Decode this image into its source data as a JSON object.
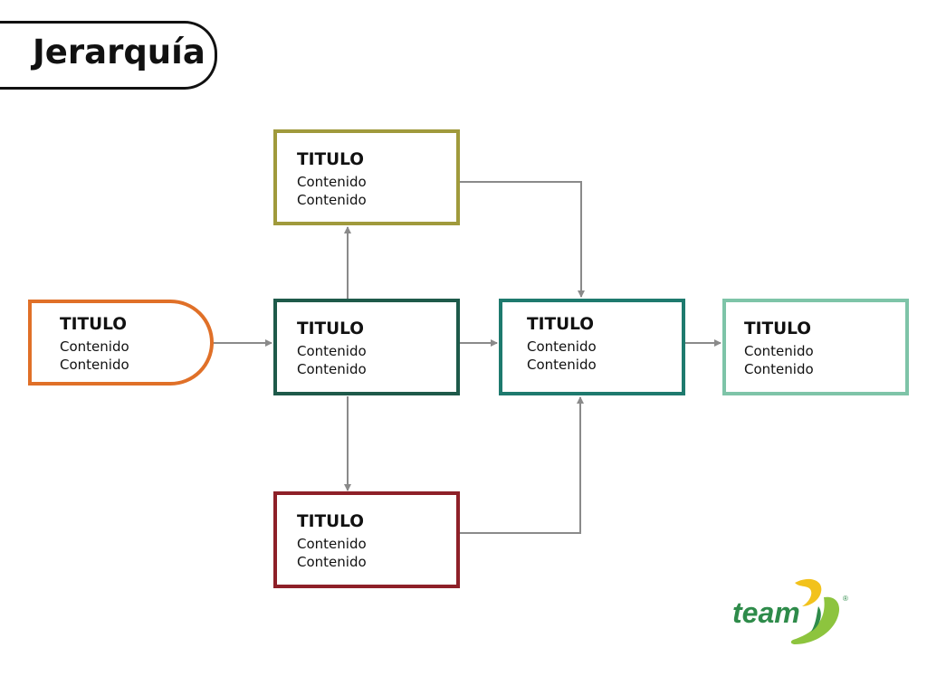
{
  "slide_title": "Jerarquía",
  "colors": {
    "orange": "#E07028",
    "olive": "#A09A3C",
    "dark_green": "#1E5A4A",
    "teal": "#1E7A6E",
    "mint": "#7EC4A8",
    "dark_red": "#8E2028",
    "connector": "#8A8A8A",
    "logo_green": "#2E8B4A",
    "logo_yellow": "#F2C21C",
    "logo_lime": "#8DC43E"
  },
  "nodes": {
    "start": {
      "title": "TITULO",
      "line1": "Contenido",
      "line2": "Contenido"
    },
    "top": {
      "title": "TITULO",
      "line1": "Contenido",
      "line2": "Contenido"
    },
    "center": {
      "title": "TITULO",
      "line1": "Contenido",
      "line2": "Contenido"
    },
    "bottom": {
      "title": "TITULO",
      "line1": "Contenido",
      "line2": "Contenido"
    },
    "merge": {
      "title": "TITULO",
      "line1": "Contenido",
      "line2": "Contenido"
    },
    "end": {
      "title": "TITULO",
      "line1": "Contenido",
      "line2": "Contenido"
    }
  },
  "logo": {
    "text": "team",
    "mark": "®"
  }
}
